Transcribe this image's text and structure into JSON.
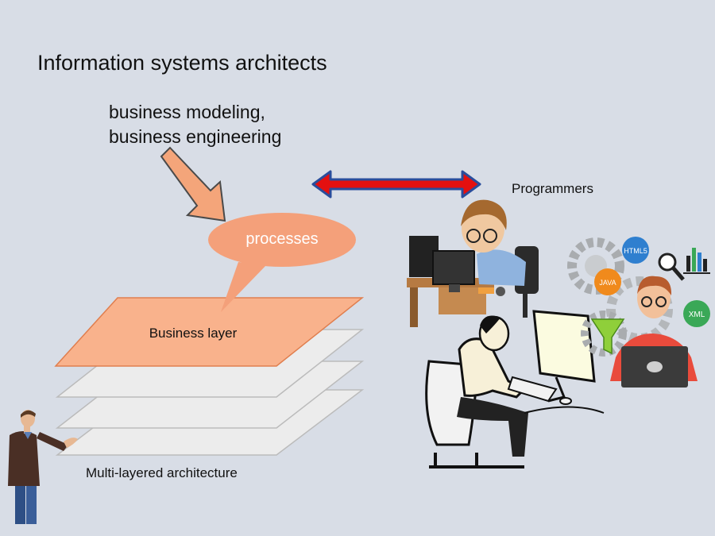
{
  "title": "Information systems architects",
  "subtitle": {
    "line1": "business modeling,",
    "line2": "business engineering"
  },
  "programmers_label": "Programmers",
  "processes_label": "processes",
  "business_layer_label": "Business layer",
  "multi_layer_label": "Multi-layered architecture",
  "code_badges": [
    "HTML5",
    "JAVA",
    "XML"
  ],
  "colors": {
    "background": "#d8dde6",
    "business_layer": "#f9b28c",
    "gray_layer": "#ececec",
    "bubble": "#f4a07a",
    "arrow_orange": "#f4a57a",
    "double_arrow": "#e41010",
    "double_arrow_border": "#2a4d9c"
  }
}
